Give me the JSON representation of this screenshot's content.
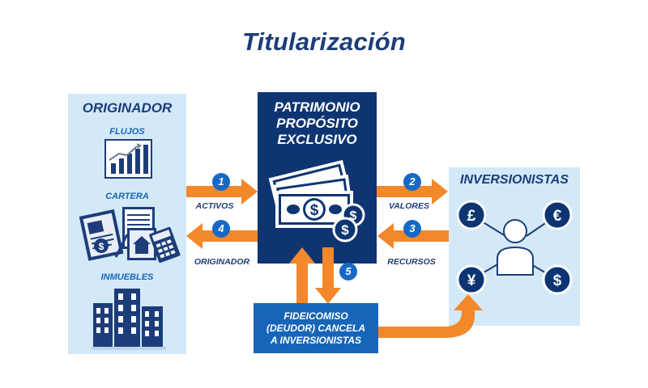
{
  "title": "Titularización",
  "originador": {
    "title": "ORIGINADOR",
    "flujos": "FLUJOS",
    "cartera": "CARTERA",
    "inmuebles": "INMUEBLES"
  },
  "patrimonio": {
    "line1": "PATRIMONIO",
    "line2": "PROPÓSITO",
    "line3": "EXCLUSIVO"
  },
  "inversionistas": {
    "title": "INVERSIONISTAS",
    "currencies": [
      "£",
      "€",
      "¥",
      "$"
    ]
  },
  "arrows": [
    {
      "number": "1",
      "label": "ACTIVOS"
    },
    {
      "number": "2",
      "label": "VALORES"
    },
    {
      "number": "3",
      "label": "RECURSOS"
    },
    {
      "number": "4",
      "label": "ORIGINADOR"
    },
    {
      "number": "5",
      "label": ""
    }
  ],
  "fideicomiso": {
    "line1": "FIDEICOMISO",
    "line2": "(DEUDOR) CANCELA",
    "line3": "A INVERSIONISTAS"
  },
  "money_symbol": "$",
  "colors": {
    "navy": "#0e3572",
    "blue": "#1765b8",
    "light_panel": "#d3e9f8",
    "orange": "#f3882a",
    "title": "#1c3d7a"
  }
}
